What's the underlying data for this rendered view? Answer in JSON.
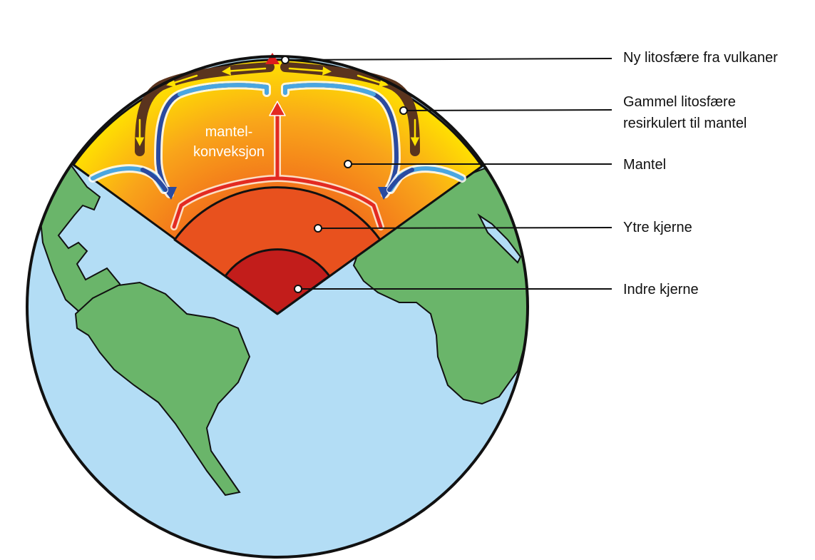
{
  "labels": {
    "new_lithosphere": "Ny litosfære fra vulkaner",
    "old_lithosphere_line1": "Gammel litosfære",
    "old_lithosphere_line2": "resirkulert til mantel",
    "mantle": "Mantel",
    "outer_core": "Ytre kjerne",
    "inner_core": "Indre kjerne",
    "convection_line1": "mantel-",
    "convection_line2": "konveksjon"
  },
  "colors": {
    "ocean": "#b3ddf5",
    "land": "#6ab56a",
    "mantle_inner": "#ee6a1a",
    "mantle_outer": "#ffe200",
    "outer_core": "#e8511e",
    "inner_core": "#c21d1b",
    "lithosphere": "#5a341e",
    "cold_flow": "#2a4aa0",
    "hot_flow": "#e32a22",
    "volcano": "#dd1d1d",
    "outline": "#111111"
  }
}
